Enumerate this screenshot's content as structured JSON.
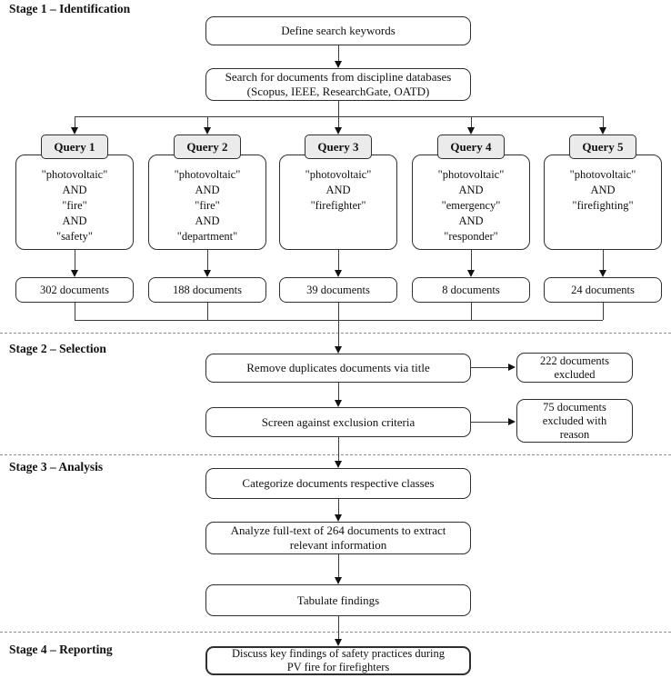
{
  "stages": {
    "s1": "Stage 1 – Identification",
    "s2": "Stage 2 – Selection",
    "s3": "Stage 3 – Analysis",
    "s4": "Stage 4 – Reporting"
  },
  "flow": {
    "define": "Define search keywords",
    "search_line1": "Search for documents from discipline databases",
    "search_line2": "(Scopus, IEEE, ResearchGate, OATD)",
    "remove": "Remove duplicates documents via title",
    "remove_excluded_line1": "222 documents",
    "remove_excluded_line2": "excluded",
    "screen": "Screen against exclusion criteria",
    "screen_excluded_line1": "75 documents",
    "screen_excluded_line2": "excluded with",
    "screen_excluded_line3": "reason",
    "categorize": "Categorize documents respective classes",
    "analyze_line1": "Analyze full-text of 264 documents to extract",
    "analyze_line2": "relevant information",
    "tabulate": "Tabulate findings",
    "discuss_line1": "Discuss key findings of safety practices during",
    "discuss_line2": "PV fire for firefighters"
  },
  "queries": [
    {
      "label": "Query 1",
      "terms": [
        "\"photovoltaic\"",
        "AND",
        "\"fire\"",
        "AND",
        "\"safety\""
      ],
      "result": "302 documents"
    },
    {
      "label": "Query 2",
      "terms": [
        "\"photovoltaic\"",
        "AND",
        "\"fire\"",
        "AND",
        "\"department\""
      ],
      "result": "188 documents"
    },
    {
      "label": "Query 3",
      "terms": [
        "\"photovoltaic\"",
        "AND",
        "\"firefighter\""
      ],
      "result": "39 documents"
    },
    {
      "label": "Query 4",
      "terms": [
        "\"photovoltaic\"",
        "AND",
        "\"emergency\"",
        "AND",
        "\"responder\""
      ],
      "result": "8 documents"
    },
    {
      "label": "Query 5",
      "terms": [
        "\"photovoltaic\"",
        "AND",
        "\"firefighting\""
      ],
      "result": "24 documents"
    }
  ],
  "colors": {
    "background": "#ffffff",
    "box_border": "#2f2f2f",
    "query_label_fill": "#ebebeb",
    "divider": "#8f8f8f",
    "arrow": "#111111"
  }
}
